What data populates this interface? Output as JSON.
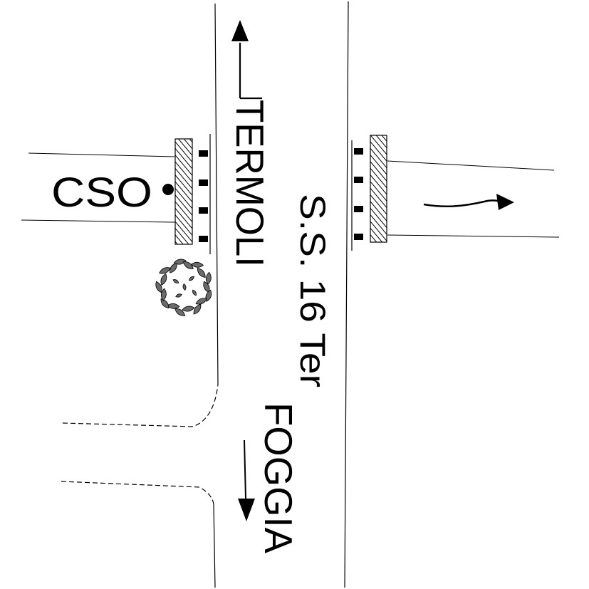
{
  "labels": {
    "termoli": "TERMOLI",
    "road": "S.S. 16 Ter",
    "foggia": "FOGGIA",
    "cso": "CSO"
  },
  "icons": {
    "termoli_arrow": "arrow-up-icon",
    "foggia_arrow": "arrow-down-icon",
    "side_arrow": "curved-arrow-right-icon",
    "cso_marker": "dot-icon",
    "tree": "tree-icon"
  },
  "colors": {
    "line": "#000000",
    "tree_fill": "#6b6b6b",
    "background": "#ffffff"
  }
}
